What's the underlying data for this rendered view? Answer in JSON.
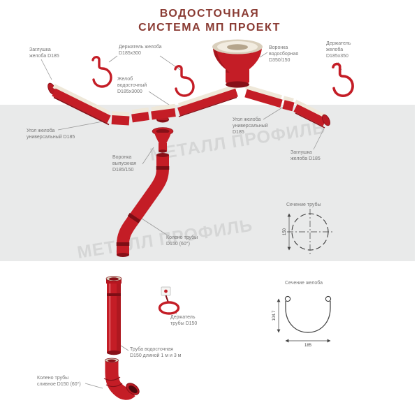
{
  "title": {
    "line1": "ВОДОСТОЧНАЯ",
    "line2": "СИСТЕМА МП ПРОЕКТ"
  },
  "watermark": "МЕТАЛЛ ПРОФИЛЬ",
  "labels": {
    "gutter_cap_left": "Заглушка\nжелоба D185",
    "gutter_holder_left": "Держатель желоба\nD185х300",
    "collector_funnel": "Воронка\nводосборная\nD350/150",
    "gutter_holder_right": "Держатель\nжелоба\nD185х350",
    "gutter": "Желоб\nводосточный\nD185х3000",
    "gutter_corner_left": "Угол желоба\nуниверсальный D185",
    "gutter_corner_right": "Угол желоба\nуниверсальный\nD185",
    "gutter_cap_right": "Заглушка\nжелоба D185",
    "outlet_funnel": "Воронка\nвыпускная\nD185/150",
    "pipe_elbow": "Колено трубы\nD150 (60°)",
    "pipe_section_title": "Сечение трубы",
    "gutter_section_title": "Сечение желоба",
    "pipe_holder": "Держатель\nтрубы D150",
    "pipe": "Труба водосточная\nD150 длиной 1 м и 3 м",
    "drain_elbow": "Колено трубы\nсливное D150 (60°)"
  },
  "dimensions": {
    "pipe_diameter": "150",
    "gutter_height": "104.7",
    "gutter_width": "185"
  },
  "colors": {
    "component_red": "#c41d26",
    "component_dark_red": "#871018",
    "inner_coating_cream": "#efe8d9",
    "band_gray": "#e9eaea",
    "title_color": "#8a3b33",
    "label_color": "#767676",
    "watermark_gray": "#c9c9c9"
  }
}
